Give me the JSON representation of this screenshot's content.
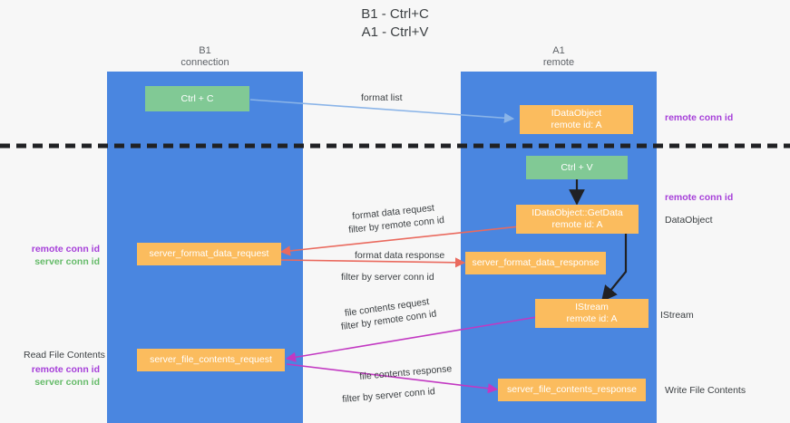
{
  "title": {
    "line1": "B1 - Ctrl+C",
    "line2": "A1 - Ctrl+V"
  },
  "lanes": [
    {
      "name": "B1",
      "sub": "connection",
      "color": "#4a86e0"
    },
    {
      "name": "A1",
      "sub": "remote",
      "color": "#4a86e0"
    }
  ],
  "boxes": {
    "ctrl_c": {
      "line1": "Ctrl + C"
    },
    "idataobject": {
      "line1": "IDataObject",
      "line2": "remote id: A"
    },
    "ctrl_v": {
      "line1": "Ctrl + V"
    },
    "getdata": {
      "line1": "IDataObject::GetData",
      "line2": "remote id: A"
    },
    "server_format_data_request": {
      "line1": "server_format_data_request"
    },
    "server_format_data_response": {
      "line1": "server_format_data_response"
    },
    "istream": {
      "line1": "IStream",
      "line2": "remote id: A"
    },
    "server_file_contents_request": {
      "line1": "server_file_contents_request"
    },
    "server_file_contents_response": {
      "line1": "server_file_contents_response"
    }
  },
  "edge_labels": {
    "format_list": "format list",
    "format_data_request": "format data request",
    "format_data_request_filter_prefix": "filter by ",
    "format_data_request_filter_key": "remote conn id",
    "format_data_response": "format data response",
    "format_data_response_filter_prefix": "filter by ",
    "format_data_response_filter_key": "server conn id",
    "file_contents_request": "file contents request",
    "file_contents_request_filter_prefix": "filter by ",
    "file_contents_request_filter_key": "remote conn id",
    "file_contents_response": "file contents response",
    "file_contents_response_filter_prefix": "filter by ",
    "file_contents_response_filter_key": "server conn id"
  },
  "right_annotations": [
    {
      "text": "remote conn id",
      "style": "purple"
    },
    {
      "text": "remote conn id",
      "style": "purple"
    },
    {
      "text": "DataObject",
      "style": "dark"
    },
    {
      "text": "IStream",
      "style": "dark"
    },
    {
      "text": "Write File Contents",
      "style": "dark"
    }
  ],
  "left_annotations": {
    "conn_pair_top": {
      "remote": "remote conn id",
      "server": "server conn id"
    },
    "read_file_contents": "Read File Contents",
    "conn_pair_bottom": {
      "remote": "remote conn id",
      "server": "server conn id"
    }
  },
  "colors": {
    "lane": "#4a86e0",
    "green_box": "#81c995",
    "orange_box": "#fbbc5e",
    "purple": "#a63fd9",
    "green_text": "#66bb6a",
    "magenta": "#c238c2",
    "red_arrow": "#ea6a5e",
    "blue_arrow": "#8ab4e8",
    "black_arrow": "#202124",
    "divider": "#202124",
    "background": "#f7f7f7"
  }
}
